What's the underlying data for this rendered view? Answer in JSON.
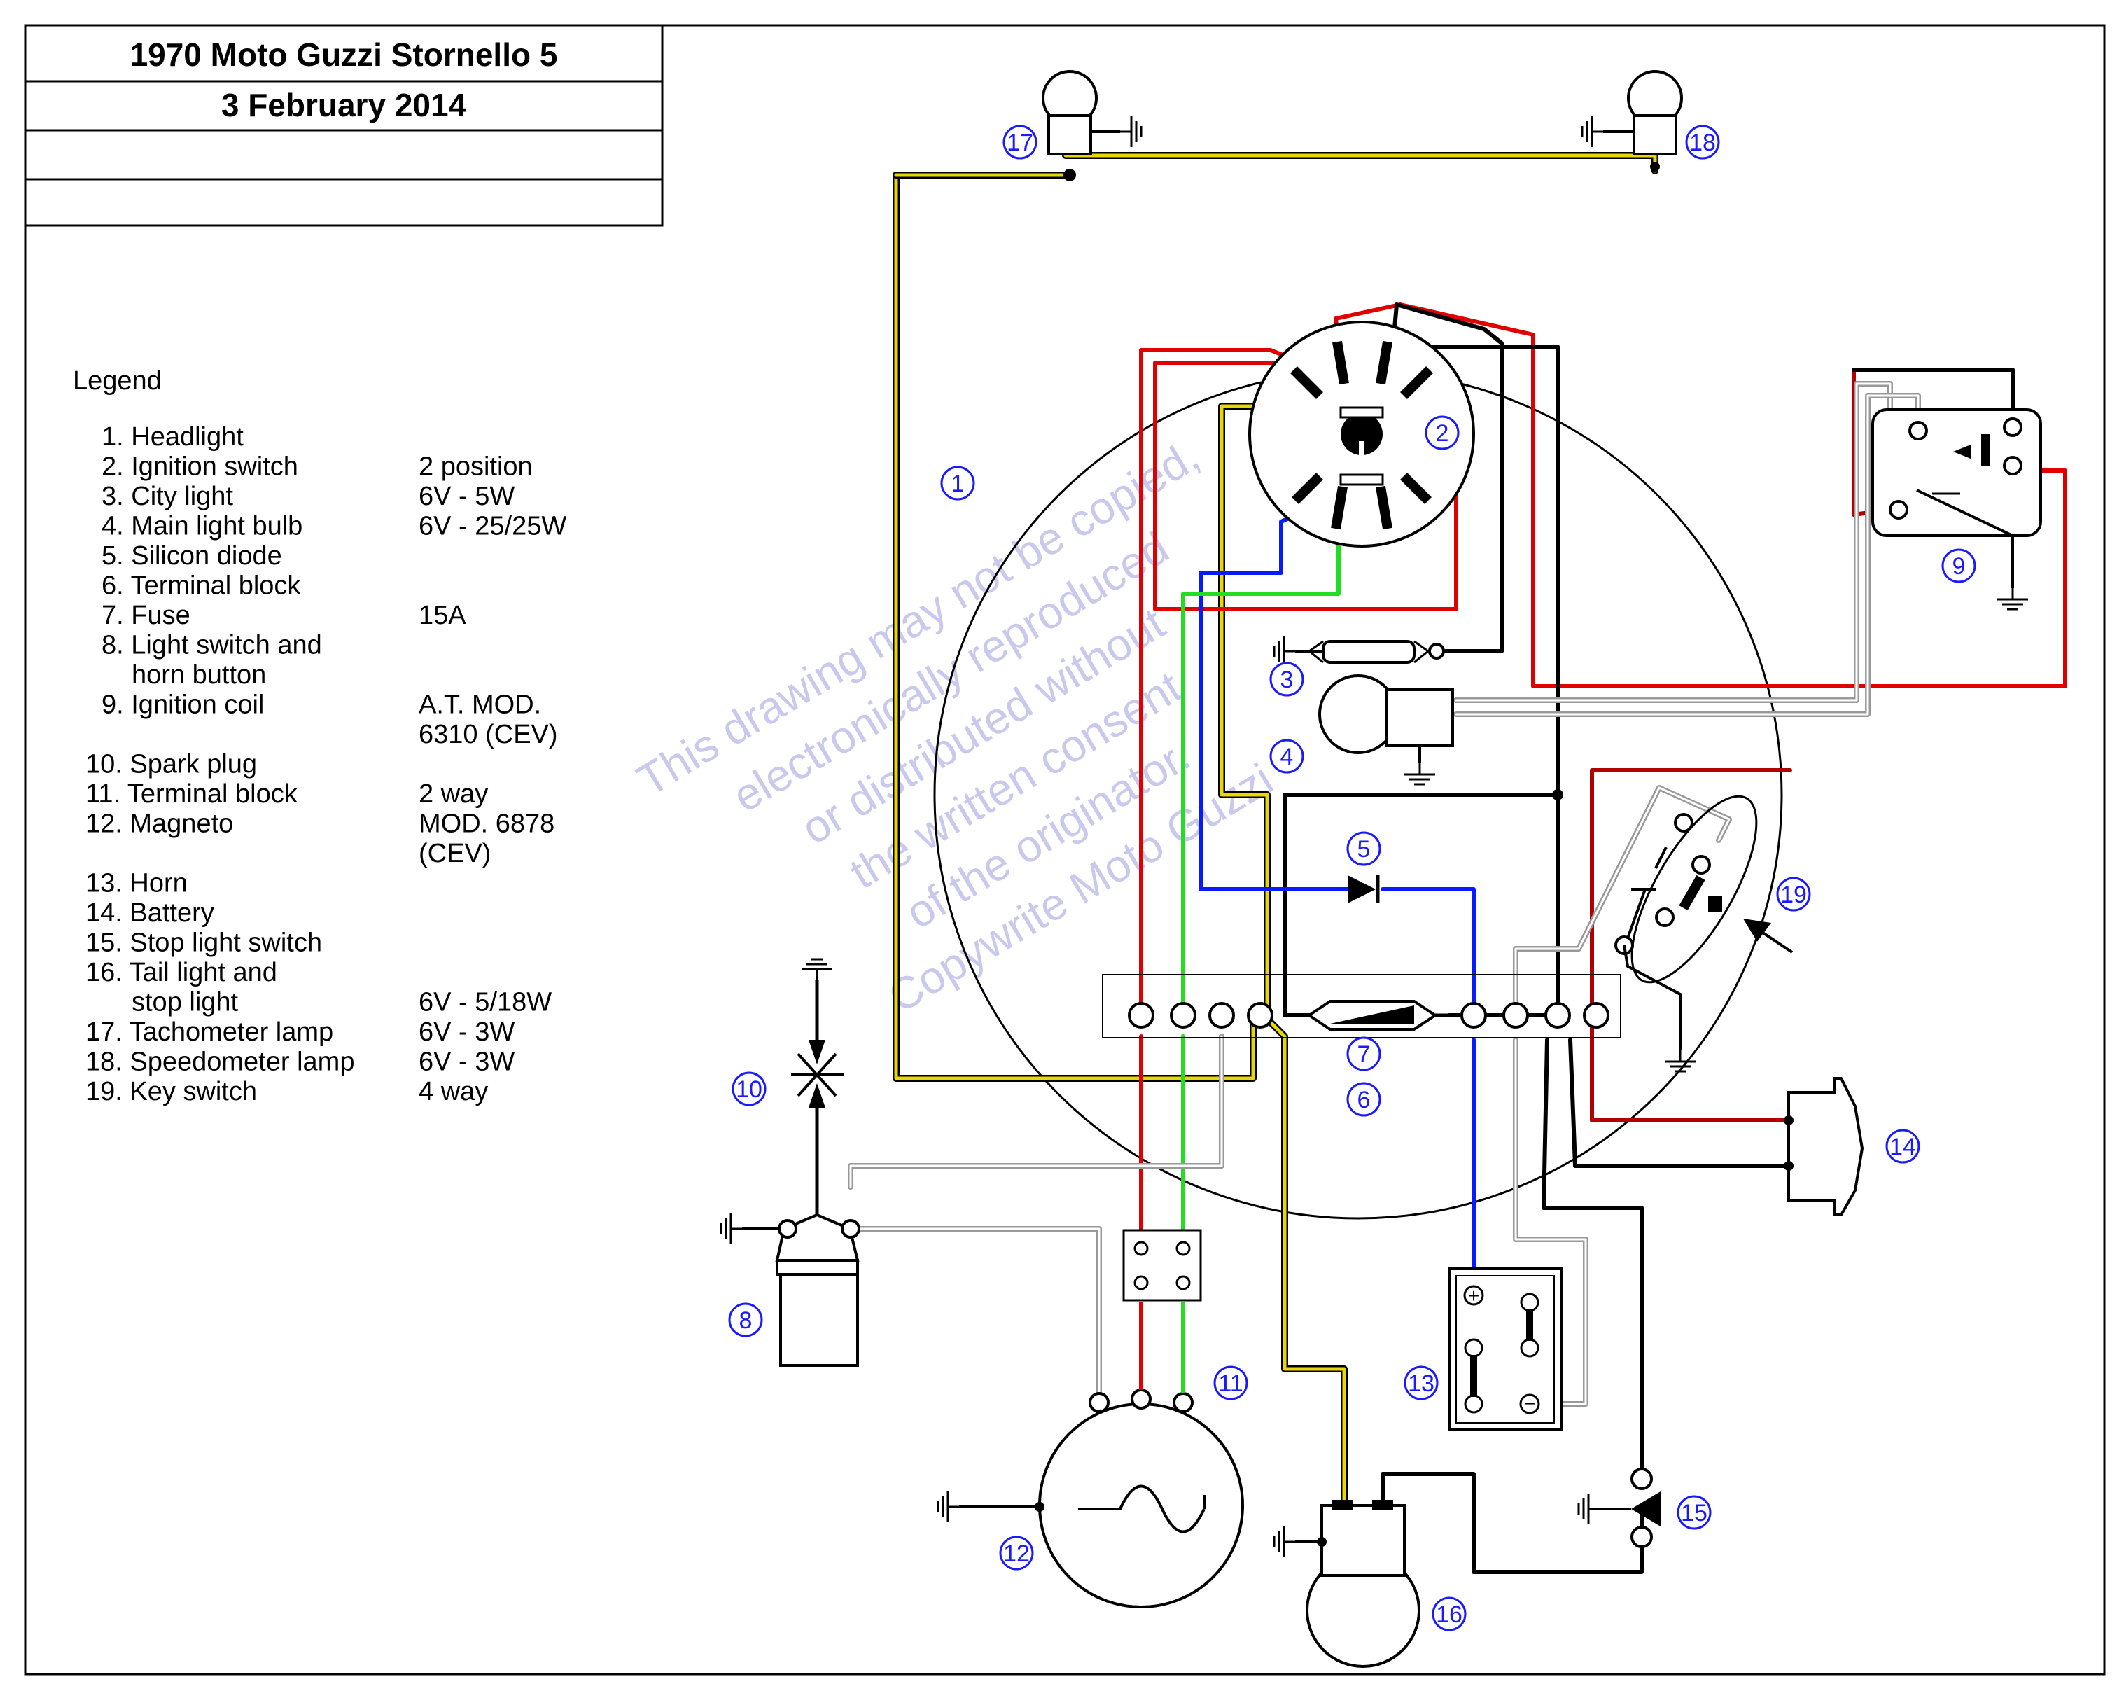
{
  "title_block": {
    "title": "1970 Moto Guzzi Stornello 5",
    "date": "3 February 2014"
  },
  "legend": {
    "heading": "Legend",
    "items": [
      {
        "name": "1. Headlight",
        "spec": ""
      },
      {
        "name": "2. Ignition switch",
        "spec": "2 position"
      },
      {
        "name": "3. City light",
        "spec": "6V - 5W"
      },
      {
        "name": "4. Main light bulb",
        "spec": "6V - 25/25W"
      },
      {
        "name": "5. Silicon diode",
        "spec": ""
      },
      {
        "name": "6. Terminal block",
        "spec": ""
      },
      {
        "name": "7. Fuse",
        "spec": "15A"
      },
      {
        "name": "8. Light switch and",
        "spec": ""
      },
      {
        "name": "horn button",
        "spec": ""
      },
      {
        "name": "9. Ignition coil",
        "spec": "A.T. MOD."
      },
      {
        "name": "",
        "spec": "6310 (CEV)"
      },
      {
        "name": "10. Spark plug",
        "spec": ""
      },
      {
        "name": "11. Terminal block",
        "spec": "2 way"
      },
      {
        "name": "12. Magneto",
        "spec": "MOD. 6878"
      },
      {
        "name": "",
        "spec": "(CEV)"
      },
      {
        "name": "13. Horn",
        "spec": ""
      },
      {
        "name": "14. Battery",
        "spec": ""
      },
      {
        "name": "15. Stop light switch",
        "spec": ""
      },
      {
        "name": "16. Tail light and",
        "spec": ""
      },
      {
        "name": "stop light",
        "spec": "6V - 5/18W"
      },
      {
        "name": "17. Tachometer lamp",
        "spec": "6V - 3W"
      },
      {
        "name": "18. Speedometer  lamp",
        "spec": "6V - 3W"
      },
      {
        "name": "19. Key switch",
        "spec": "4 way"
      }
    ]
  },
  "component_labels": [
    "1",
    "2",
    "3",
    "4",
    "5",
    "6",
    "7",
    "8",
    "9",
    "10",
    "11",
    "12",
    "13",
    "14",
    "15",
    "16",
    "17",
    "18",
    "19"
  ],
  "watermark_lines": [
    "This drawing may not be copied,",
    "electronically reproduced",
    "or distributed without",
    "the written consent",
    "of the originator.",
    "Copywrite Moto Guzzi"
  ],
  "colors": {
    "yellow": "#e8d800",
    "red": "#e00000",
    "dark_red": "#b00000",
    "blue": "#0a1aff",
    "green": "#22dd22",
    "grey": "#999999",
    "black": "#000000",
    "label": "#1a1aff",
    "watermark": "#c9c9ee"
  }
}
